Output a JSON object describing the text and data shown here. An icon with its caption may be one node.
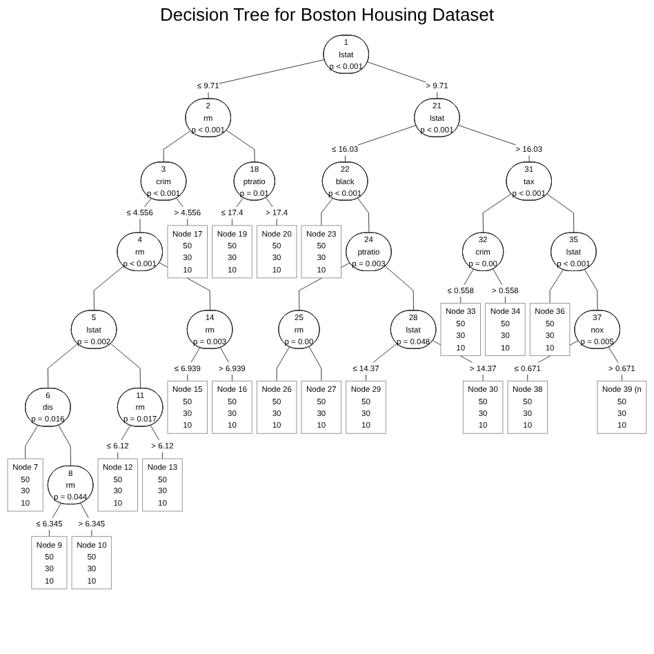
{
  "diagram": {
    "title": "Decision Tree for Boston Housing Dataset",
    "nodes": [
      {
        "text": [
          "1",
          "lstat",
          "p < 0.001"
        ]
      },
      {
        "text": [
          "2",
          "rm",
          "p < 0.001"
        ]
      },
      {
        "text": [
          "3",
          "crim",
          "p < 0.001"
        ]
      },
      {
        "text": [
          "4",
          "rm",
          "p < 0.001"
        ]
      },
      {
        "text": [
          "5",
          "lstat",
          "p = 0.002"
        ]
      },
      {
        "text": [
          "6",
          "dis",
          "p = 0.016"
        ]
      },
      {
        "text": [
          "Node 7",
          "50",
          "30",
          "10"
        ]
      },
      {
        "text": [
          "8",
          "rm",
          "p = 0.044"
        ]
      },
      {
        "text": [
          "Node 9",
          "50",
          "30",
          "10"
        ]
      },
      {
        "text": [
          "Node 10",
          "50",
          "30",
          "10"
        ]
      },
      {
        "text": [
          "11",
          "rm",
          "p = 0.017"
        ]
      },
      {
        "text": [
          "Node 12",
          "50",
          "30",
          "10"
        ]
      },
      {
        "text": [
          "Node 13",
          "50",
          "30",
          "10"
        ]
      },
      {
        "text": [
          "14",
          "rm",
          "p = 0.003"
        ]
      },
      {
        "text": [
          "Node 15",
          "50",
          "30",
          "10"
        ]
      },
      {
        "text": [
          "Node 16",
          "50",
          "30",
          "10"
        ]
      },
      {
        "text": [
          "Node 17",
          "50",
          "30",
          "10"
        ]
      },
      {
        "text": [
          "18",
          "ptratio",
          "p = 0.01"
        ]
      },
      {
        "text": [
          "Node 19",
          "50",
          "30",
          "10"
        ]
      },
      {
        "text": [
          "Node 20",
          "50",
          "30",
          "10"
        ]
      },
      {
        "text": [
          "21",
          "lstat",
          "p < 0.001"
        ]
      },
      {
        "text": [
          "22",
          "black",
          "p < 0.001"
        ]
      },
      {
        "text": [
          "Node 23",
          "50",
          "30",
          "10"
        ]
      },
      {
        "text": [
          "24",
          "ptratio",
          "p = 0.003"
        ]
      },
      {
        "text": [
          "25",
          "rm",
          "p = 0.00"
        ]
      },
      {
        "text": [
          "Node 26",
          "50",
          "30",
          "10"
        ]
      },
      {
        "text": [
          "Node 27",
          "50",
          "30",
          "10"
        ]
      },
      {
        "text": [
          "28",
          "lstat",
          "p = 0.048"
        ]
      },
      {
        "text": [
          "Node 29",
          "50",
          "30",
          "10"
        ]
      },
      {
        "text": [
          "Node 30",
          "50",
          "30",
          "10"
        ]
      },
      {
        "text": [
          "31",
          "tax",
          "p < 0.001"
        ]
      },
      {
        "text": [
          "32",
          "crim",
          "p = 0.00"
        ]
      },
      {
        "text": [
          "Node 33",
          "50",
          "30",
          "10"
        ]
      },
      {
        "text": [
          "Node 34",
          "50",
          "30",
          "10"
        ]
      },
      {
        "text": [
          "35",
          "lstat",
          "p < 0.001"
        ]
      },
      {
        "text": [
          "Node 36",
          "50",
          "30",
          "10"
        ]
      },
      {
        "text": [
          "37",
          "nox",
          "p = 0.005"
        ]
      },
      {
        "text": [
          "Node 38",
          "50",
          "30",
          "10"
        ]
      },
      {
        "text": [
          "Node 39 (n",
          "50",
          "30",
          "10"
        ]
      }
    ],
    "edges": [
      {
        "from": 0,
        "to": 1,
        "arrow": "none",
        "label": "≤ 9.71"
      },
      {
        "from": 0,
        "to": 20,
        "arrow": "none",
        "label": "> 9.71"
      },
      {
        "from": 1,
        "to": 2,
        "arrow": "none"
      },
      {
        "from": 1,
        "to": 17,
        "arrow": "none"
      },
      {
        "from": 2,
        "to": 3,
        "arrow": "none",
        "label": "≤ 4.556"
      },
      {
        "from": 2,
        "to": 16,
        "arrow": "none",
        "label": "> 4.556"
      },
      {
        "from": 3,
        "to": 4,
        "arrow": "none"
      },
      {
        "from": 3,
        "to": 13,
        "arrow": "none"
      },
      {
        "from": 4,
        "to": 5,
        "arrow": "none"
      },
      {
        "from": 4,
        "to": 10,
        "arrow": "none"
      },
      {
        "from": 5,
        "to": 6,
        "arrow": "none"
      },
      {
        "from": 5,
        "to": 7,
        "arrow": "none"
      },
      {
        "from": 7,
        "to": 8,
        "arrow": "none",
        "label": "≤ 6.345"
      },
      {
        "from": 7,
        "to": 9,
        "arrow": "none",
        "label": "> 6.345"
      },
      {
        "from": 10,
        "to": 11,
        "arrow": "none",
        "label": "≤ 6.12"
      },
      {
        "from": 10,
        "to": 12,
        "arrow": "none",
        "label": "> 6.12"
      },
      {
        "from": 13,
        "to": 14,
        "arrow": "none",
        "label": "≤ 6.939"
      },
      {
        "from": 13,
        "to": 15,
        "arrow": "none",
        "label": "> 6.939"
      },
      {
        "from": 17,
        "to": 18,
        "arrow": "none",
        "label": "≤ 17.4"
      },
      {
        "from": 17,
        "to": 19,
        "arrow": "none",
        "label": "> 17.4"
      },
      {
        "from": 20,
        "to": 21,
        "arrow": "none",
        "label": "≤ 16.03"
      },
      {
        "from": 20,
        "to": 30,
        "arrow": "none",
        "label": "> 16.03"
      },
      {
        "from": 21,
        "to": 22,
        "arrow": "none"
      },
      {
        "from": 21,
        "to": 23,
        "arrow": "none"
      },
      {
        "from": 23,
        "to": 24,
        "arrow": "none"
      },
      {
        "from": 23,
        "to": 27,
        "arrow": "none"
      },
      {
        "from": 24,
        "to": 25,
        "arrow": "none"
      },
      {
        "from": 24,
        "to": 26,
        "arrow": "none"
      },
      {
        "from": 27,
        "to": 28,
        "arrow": "none",
        "label": "≤ 14.37"
      },
      {
        "from": 27,
        "to": 29,
        "arrow": "none",
        "label": "> 14.37"
      },
      {
        "from": 30,
        "to": 31,
        "arrow": "none"
      },
      {
        "from": 30,
        "to": 34,
        "arrow": "none"
      },
      {
        "from": 31,
        "to": 32,
        "arrow": "none",
        "label": "≤ 0.558"
      },
      {
        "from": 31,
        "to": 33,
        "arrow": "none",
        "label": "> 0.558"
      },
      {
        "from": 34,
        "to": 35,
        "arrow": "none"
      },
      {
        "from": 34,
        "to": 36,
        "arrow": "none"
      },
      {
        "from": 36,
        "to": 37,
        "arrow": "none",
        "label": "≤ 0.671"
      },
      {
        "from": 36,
        "to": 38,
        "arrow": "none",
        "label": "> 0.671"
      }
    ]
  }
}
